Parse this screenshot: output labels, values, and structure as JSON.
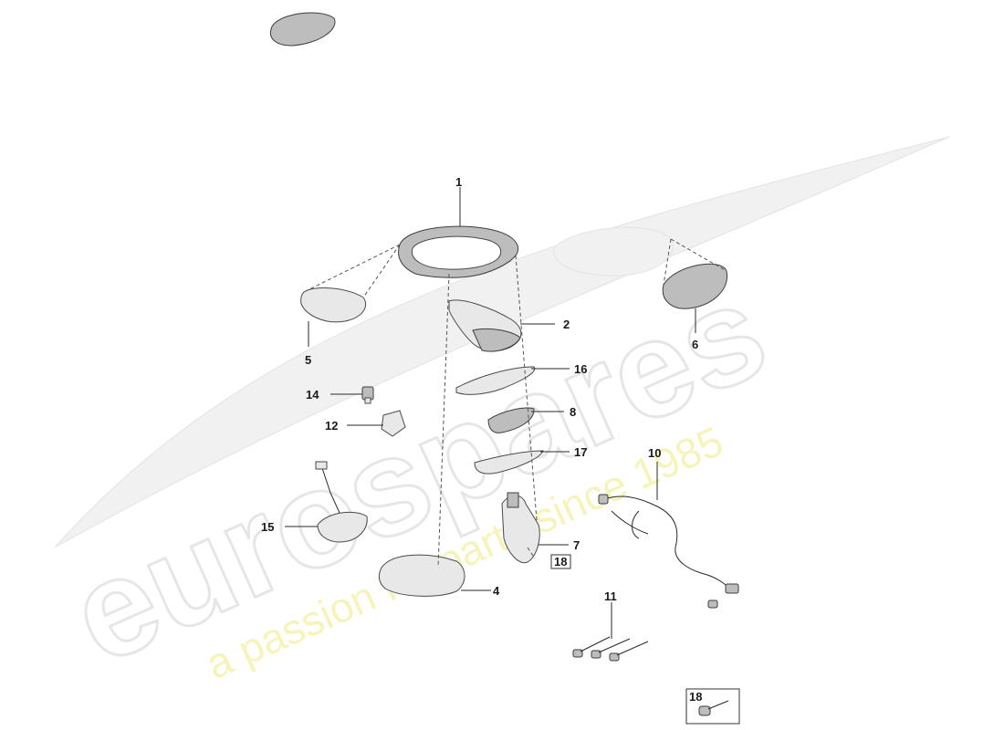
{
  "watermark": {
    "brand": "eurospares",
    "tagline": "a passion for parts since 1985"
  },
  "callouts": [
    {
      "id": "c1",
      "text": "1"
    },
    {
      "id": "c2",
      "text": "2"
    },
    {
      "id": "c4",
      "text": "4"
    },
    {
      "id": "c5",
      "text": "5"
    },
    {
      "id": "c6",
      "text": "6"
    },
    {
      "id": "c7",
      "text": "7"
    },
    {
      "id": "c8",
      "text": "8"
    },
    {
      "id": "c10",
      "text": "10"
    },
    {
      "id": "c11",
      "text": "11"
    },
    {
      "id": "c12",
      "text": "12"
    },
    {
      "id": "c14",
      "text": "14"
    },
    {
      "id": "c15",
      "text": "15"
    },
    {
      "id": "c16",
      "text": "16"
    },
    {
      "id": "c17",
      "text": "17"
    },
    {
      "id": "c18a",
      "text": "18"
    },
    {
      "id": "c18b",
      "text": "18"
    }
  ]
}
